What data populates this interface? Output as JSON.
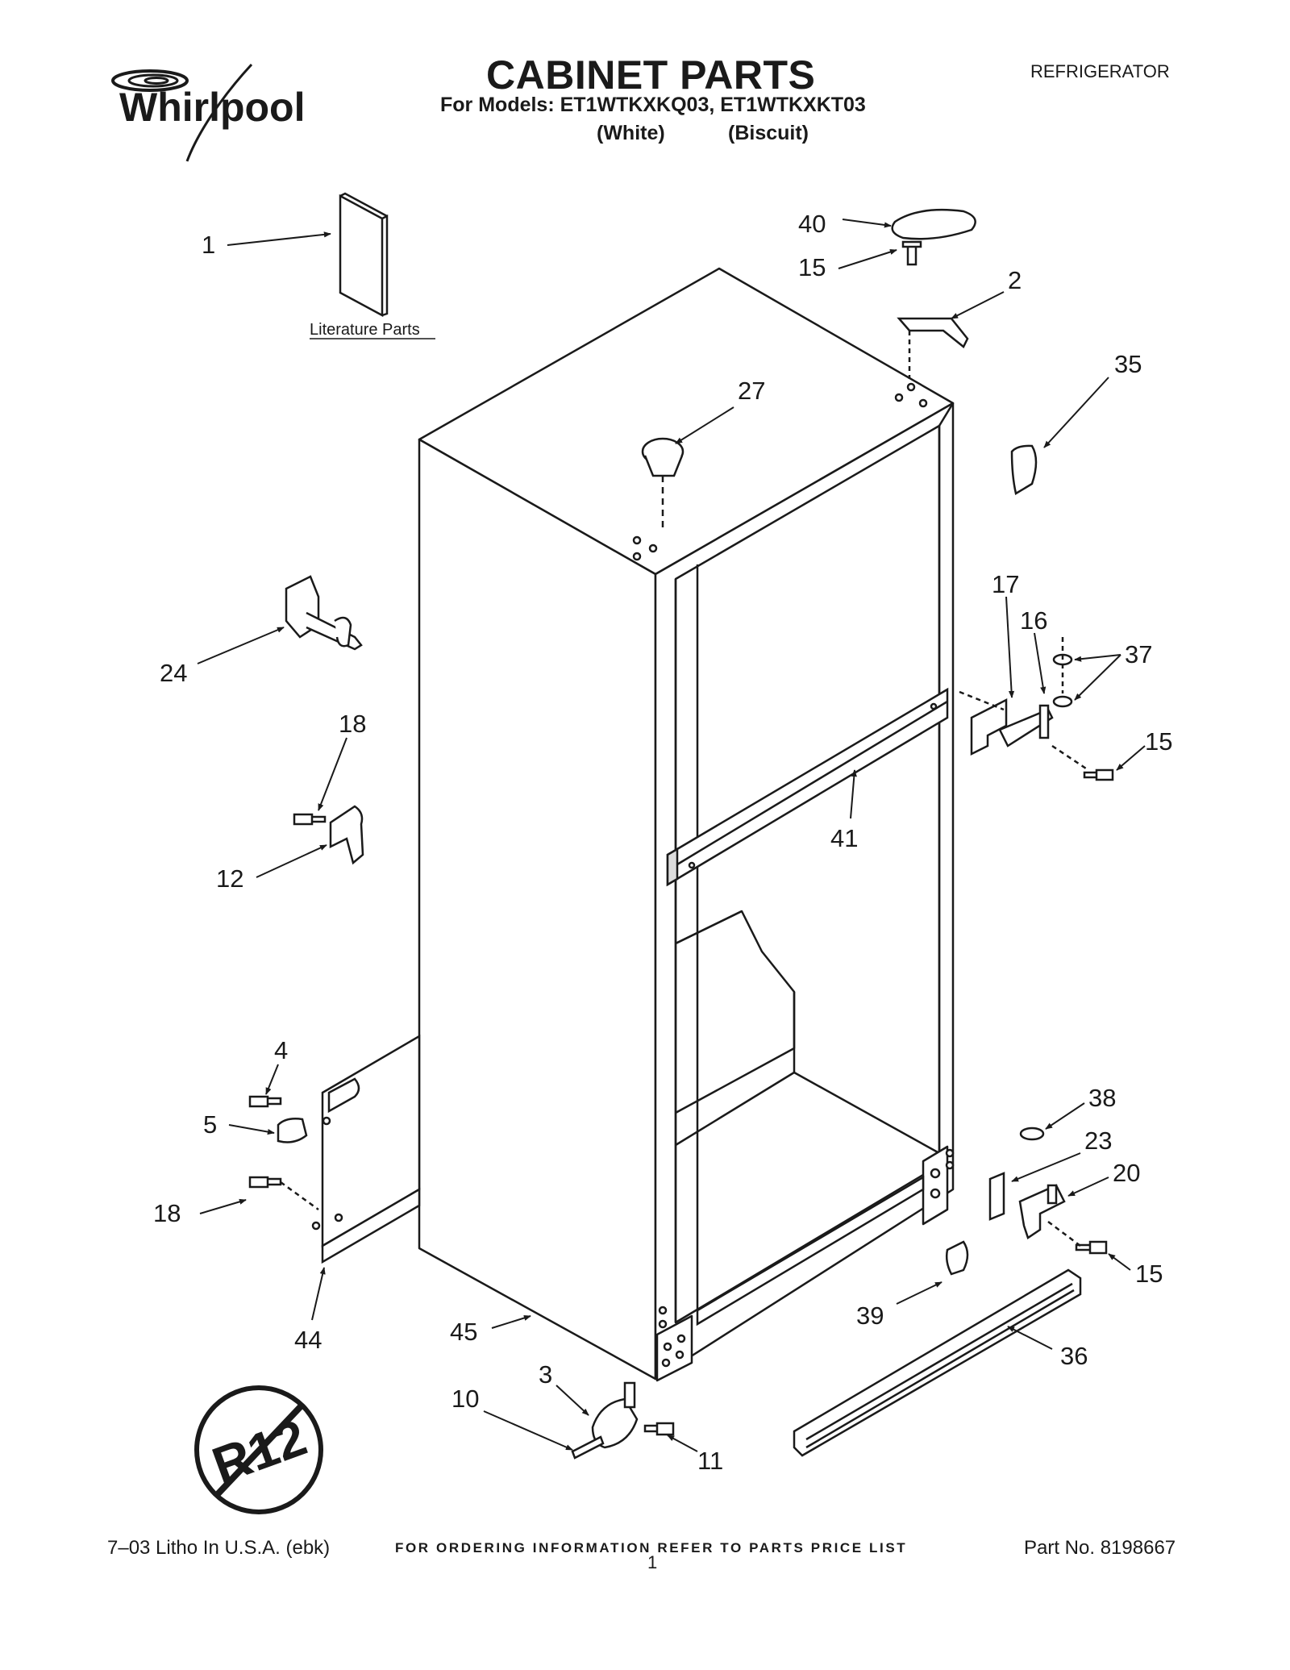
{
  "header": {
    "brand": "Whirlpool",
    "title": "CABINET PARTS",
    "models": "For Models: ET1WTKXKQ03, ET1WTKXKT03",
    "variant_white": "(White)",
    "variant_biscuit": "(Biscuit)",
    "product_type": "REFRIGERATOR"
  },
  "diagram": {
    "literature_caption": "Literature Parts",
    "r12_badge": "R12",
    "callouts": [
      "1",
      "2",
      "3",
      "4",
      "5",
      "10",
      "11",
      "12",
      "15",
      "15",
      "15",
      "16",
      "17",
      "18",
      "18",
      "20",
      "23",
      "24",
      "27",
      "35",
      "36",
      "37",
      "38",
      "39",
      "40",
      "41",
      "44",
      "45"
    ]
  },
  "footer": {
    "ordering_info": "FOR ORDERING INFORMATION REFER TO PARTS PRICE LIST",
    "litho": "7–03 Litho In U.S.A. (ebk)",
    "page_number": "1",
    "part_number": "Part No. 8198667"
  }
}
